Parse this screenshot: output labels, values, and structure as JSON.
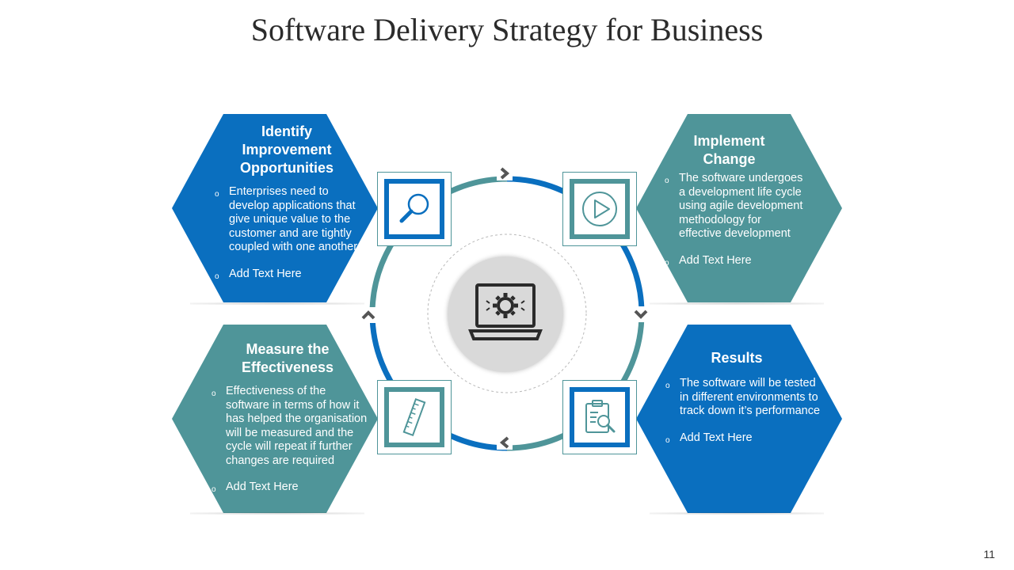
{
  "title": "Software Delivery Strategy for Business",
  "page_number": "11",
  "colors": {
    "blue": "#0a6fbf",
    "teal": "#4f9599",
    "center_circle": "#d9d9d9"
  },
  "center": {
    "icon": "laptop-gear-icon"
  },
  "steps": [
    {
      "title": "Identify Improvement Opportunities",
      "color": "blue",
      "icon": "magnifier-icon",
      "bullets": [
        "Enterprises need to develop applications that give unique value to the customer and are tightly coupled with one another",
        "Add Text Here"
      ]
    },
    {
      "title": "Implement Change",
      "color": "teal",
      "icon": "play-button-icon",
      "bullets": [
        "The software undergoes a development life cycle using agile development methodology for effective development",
        "Add Text Here"
      ]
    },
    {
      "title": "Results",
      "color": "blue",
      "icon": "clipboard-search-icon",
      "bullets": [
        "The software will be tested in different environments to track down it’s performance",
        "Add Text Here"
      ]
    },
    {
      "title": "Measure the Effectiveness",
      "color": "teal",
      "icon": "ruler-icon",
      "bullets": [
        "Effectiveness of the software in terms of how it has helped the organisation will be measured and the cycle will repeat if further changes are required",
        "Add Text Here"
      ]
    }
  ],
  "bullet_marker": "o"
}
